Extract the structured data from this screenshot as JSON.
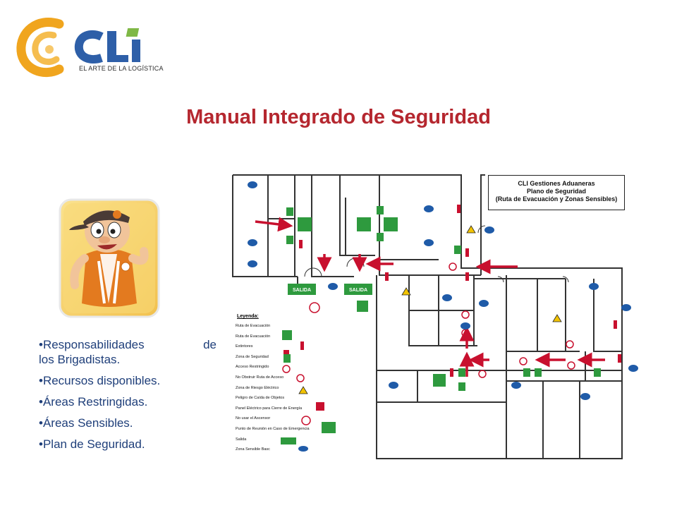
{
  "brand": {
    "logo_text": "CLi",
    "tagline": "EL ARTE DE LA LOGÍSTICA",
    "colors": {
      "orange": "#f0a51e",
      "blue": "#2e5fa8",
      "green": "#7fb846",
      "title": "#b5272f",
      "bullet": "#1f3f7a"
    }
  },
  "slide": {
    "title": "Manual Integrado de Seguridad"
  },
  "bullets": [
    "•Responsabilidades de los Brigadistas.",
    "•Recursos disponibles.",
    "•Áreas Restringidas.",
    "•Áreas Sensibles.",
    "•Plan de Seguridad."
  ],
  "bullet_first": {
    "w1": "•Responsabilidades",
    "w2": "de",
    "line2": "los Brigadistas."
  },
  "plan": {
    "header": {
      "company": "CLI Gestiones Aduaneras",
      "name": "Plano de Seguridad",
      "subtitle": "(Ruta de Evacuación y Zonas Sensibles)"
    },
    "exit_label": "SALIDA",
    "legend_title": "Leyenda:",
    "legend": [
      "Ruta de Evacuación",
      "Ruta de Evacuación",
      "Extintores",
      "Zona de Seguridad",
      "Acceso Restringido",
      "No Obstruir Ruta de Acceso",
      "Zona de Riesgo Eléctrico",
      "Peligro de Caída de Objetos",
      "Panel Eléctrico para Cierre de Energía",
      "No usar el Ascensor",
      "Punto de Reunión en Caso de Emergencia",
      "Salida",
      "Zona Sensible Basc"
    ]
  }
}
